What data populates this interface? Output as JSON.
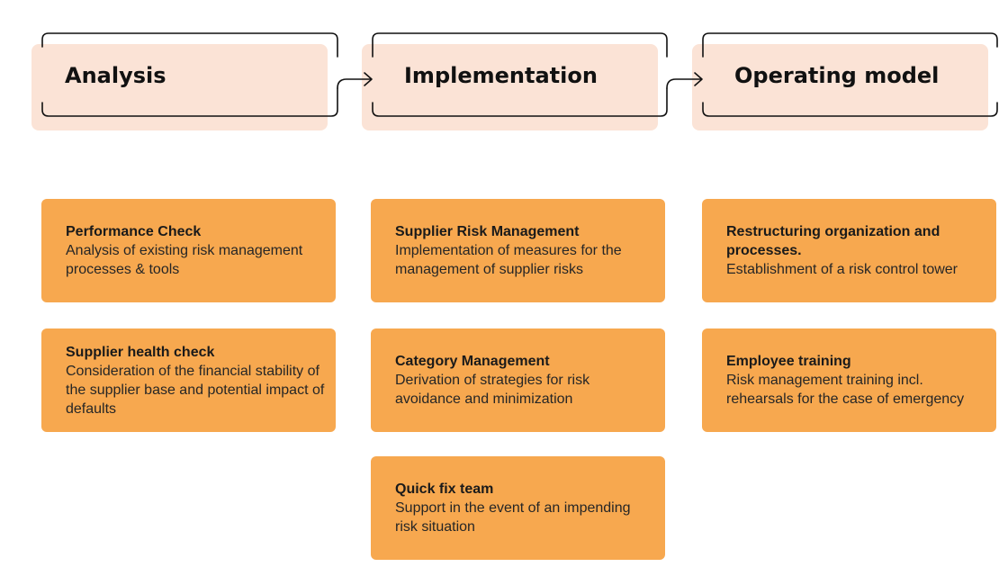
{
  "phases": [
    {
      "label": "Analysis"
    },
    {
      "label": "Implementation"
    },
    {
      "label": "Operating model"
    }
  ],
  "cards": {
    "analysis": [
      {
        "title": "Performance Check",
        "desc": "Analysis of existing risk management processes & tools"
      },
      {
        "title": "Supplier health check",
        "desc": "Consideration of the financial stability of the supplier base and potential impact of defaults"
      }
    ],
    "implementation": [
      {
        "title": "Supplier Risk Management",
        "desc": "Implementation of measures for the management of supplier risks"
      },
      {
        "title": "Category Management",
        "desc": "Derivation of strategies for risk avoidance and minimization"
      },
      {
        "title": "Quick fix team",
        "desc": "Support in the event of an impending risk situation"
      }
    ],
    "operating": [
      {
        "title": "Restructuring organization and processes.",
        "desc": "Establishment of a risk control tower"
      },
      {
        "title": "Employee training",
        "desc": "Risk management training incl. rehearsals for the case of emergency"
      }
    ]
  },
  "colors": {
    "phase_fill": "#fbe3d6",
    "card_fill": "#f7a84f",
    "stroke": "#111111"
  }
}
